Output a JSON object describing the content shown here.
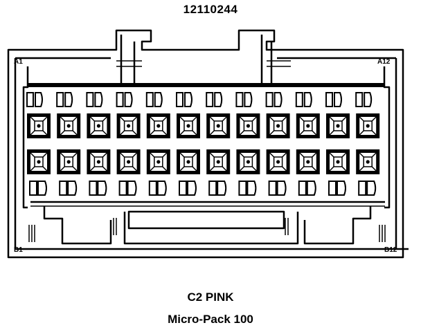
{
  "part_number": "12110244",
  "connector": {
    "pin_labels": {
      "top_left": "A1",
      "top_right": "A12",
      "bottom_left": "B1",
      "bottom_right": "B12"
    },
    "cavities_per_row": 12
  },
  "caption": {
    "line1": "C2 PINK",
    "line2": "Micro-Pack 100"
  }
}
